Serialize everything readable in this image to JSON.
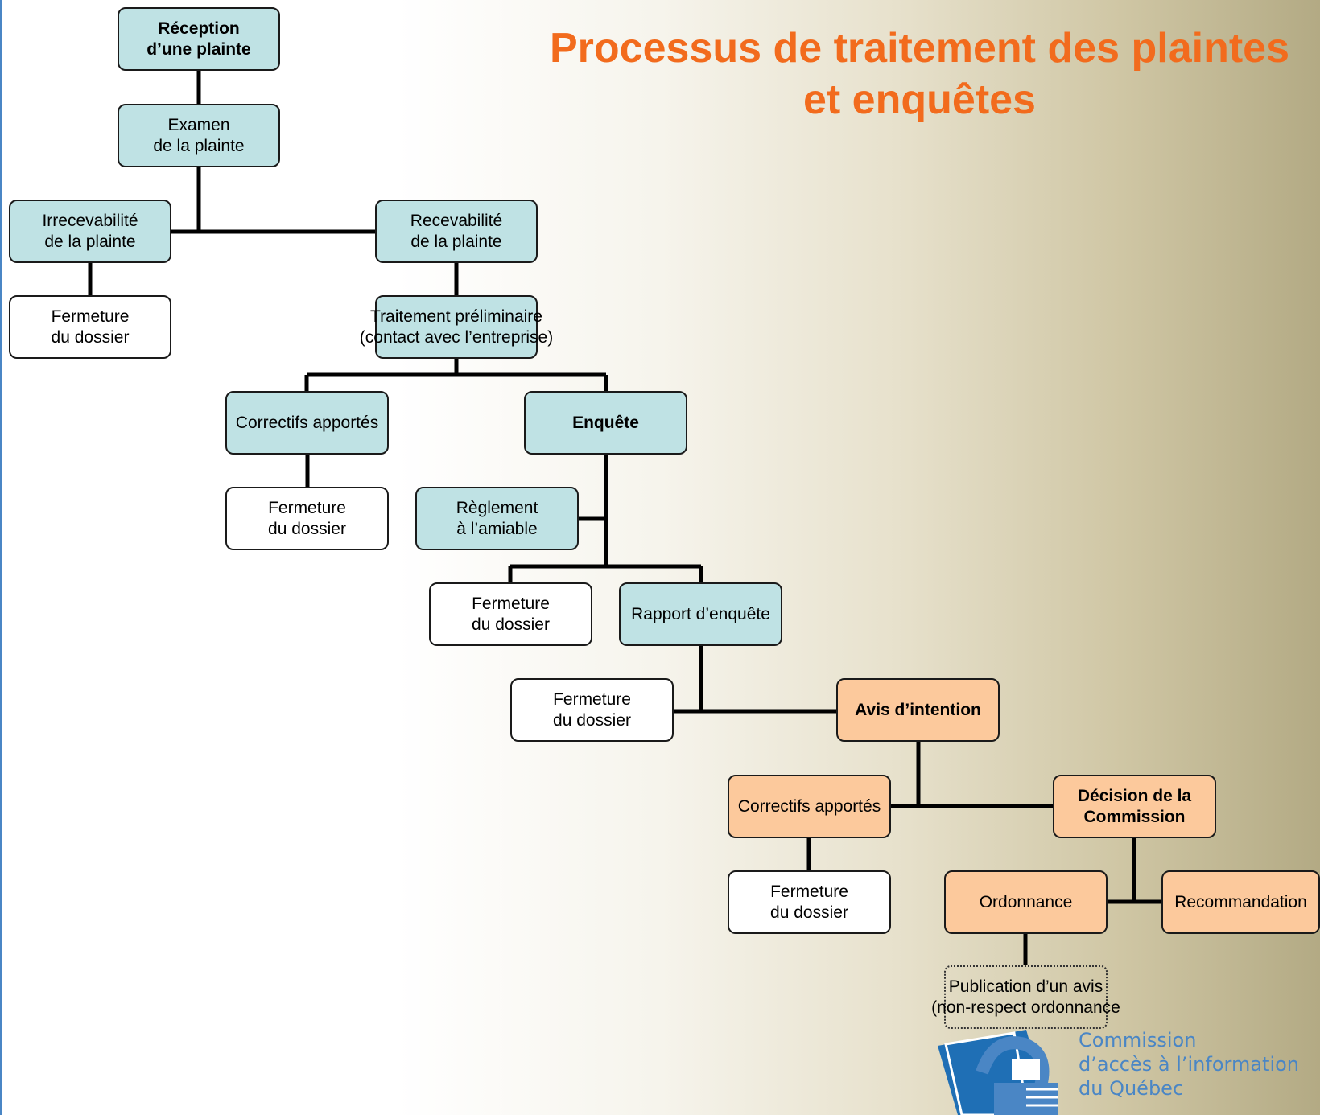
{
  "title_line1": "Processus de traitement des plaintes",
  "title_line2": "et enquêtes",
  "nodes": {
    "reception": "Réception\nd’une plainte",
    "examen": "Examen\nde la plainte",
    "irrecevabilite": "Irrecevabilité\nde la plainte",
    "recevabilite": "Recevabilité\nde la plainte",
    "fermeture1": "Fermeture\ndu dossier",
    "traitement": "Traitement préliminaire\n(contact avec l’entreprise)",
    "correctifs1": "Correctifs apportés",
    "enquete": "Enquête",
    "fermeture2": "Fermeture\ndu dossier",
    "reglement": "Règlement\nà l’amiable",
    "fermeture3": "Fermeture\ndu dossier",
    "rapport": "Rapport d’enquête",
    "fermeture4": "Fermeture\ndu dossier",
    "avis": "Avis d’intention",
    "correctifs2": "Correctifs apportés",
    "decision": "Décision de la\nCommission",
    "fermeture5": "Fermeture\ndu dossier",
    "ordonnance": "Ordonnance",
    "recommandation": "Recommandation",
    "publication": "Publication d’un avis\n(non-respect ordonnance"
  },
  "logo": {
    "line1": "Commission",
    "line2": "d’accès à l’information",
    "line3": "du Québec"
  },
  "colors": {
    "title": "#f26b1d",
    "teal": "#bfe2e4",
    "orange": "#fcc99c",
    "logo_blue": "#4a86c5"
  }
}
